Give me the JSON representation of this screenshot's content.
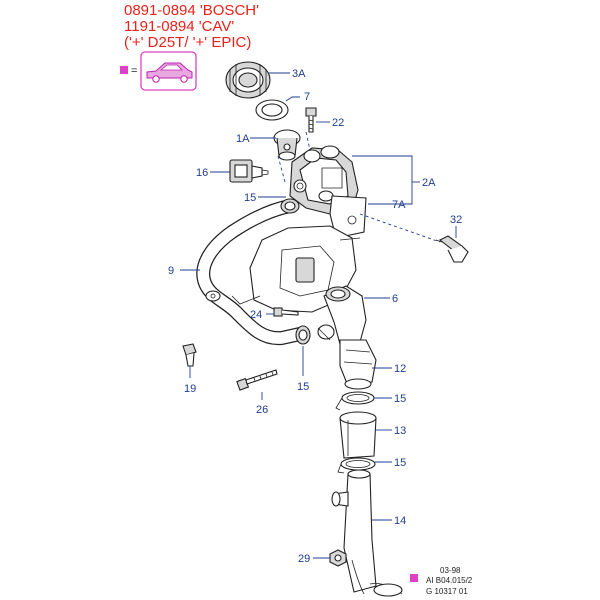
{
  "header": {
    "line1": "0891-0894 'BOSCH'",
    "line2": "1191-0894 'CAV'",
    "line3": "('+' D25T/ '+' EPIC)"
  },
  "legend": {
    "equals": "=",
    "swatch_color": "#e040c8",
    "icon": "car-sedan-icon"
  },
  "callouts": {
    "c3a": "3A",
    "c7": "7",
    "c22": "22",
    "c1a": "1A",
    "c2a": "2A",
    "c16": "16",
    "c15a": "15",
    "c7a": "7A",
    "c32": "32",
    "c9": "9",
    "c6": "6",
    "c24": "24",
    "c12": "12",
    "c19": "19",
    "c15b": "15",
    "c26": "26",
    "c15c": "15",
    "c13": "13",
    "c15d": "15",
    "c14": "14",
    "c29": "29"
  },
  "footer": {
    "date": "03-98",
    "ref": "AI B04.015/2",
    "code": "G 10317 01"
  },
  "colors": {
    "header_red": "#e8221c",
    "callout_blue": "#1f3d8c",
    "highlight_magenta": "#e040c8"
  }
}
